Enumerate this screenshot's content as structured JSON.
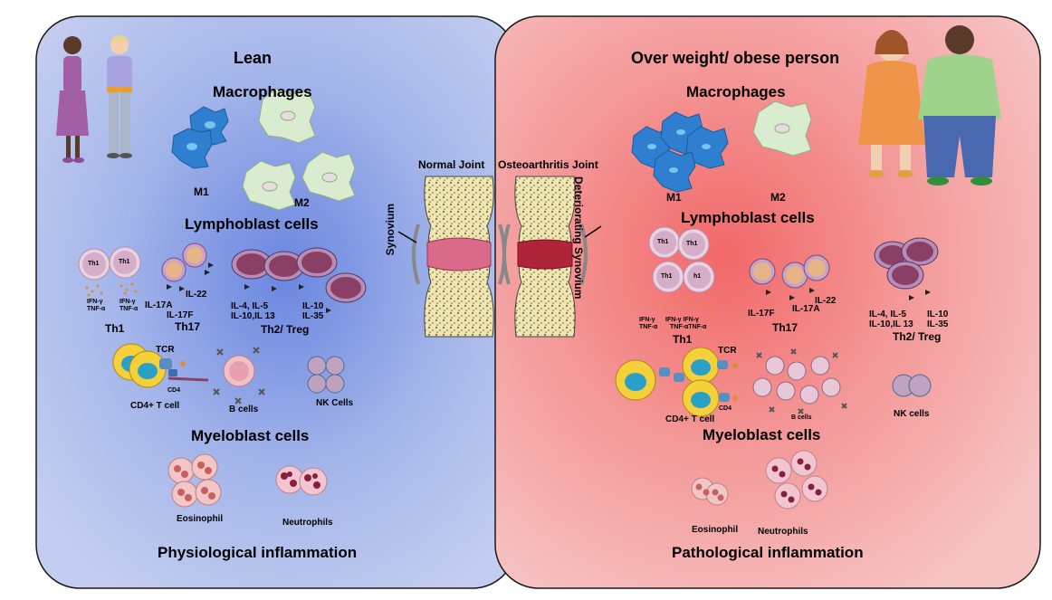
{
  "left_panel": {
    "title": "Lean",
    "macrophages_heading": "Macrophages",
    "m1_label": "M1",
    "m2_label": "M2",
    "lymphoblast_heading": "Lymphoblast cells",
    "th1_cell_label": "Th1",
    "th1_cytokines_a": [
      "IFN-γ",
      "TNF-α"
    ],
    "th1_cytokines_b": [
      "IFN-γ",
      "TNF-α"
    ],
    "th1_group_label": "Th1",
    "th17_il17a": "IL-17A",
    "th17_il22": "IL-22",
    "th17_il17f": "IL-17F",
    "th17_group_label": "Th17",
    "th2_cytokines_a": [
      "IL-4, IL-5",
      "IL-10,IL 13"
    ],
    "th2_cytokines_b": [
      "IL-10",
      "IL-35"
    ],
    "th2_group_label": "Th2/ Treg",
    "tcr_label": "TCR",
    "cd4_label": "CD4",
    "cd4_tcell_label": "CD4+ T cell",
    "bcells_label": "B cells",
    "nk_label": "NK Cells",
    "myeloblast_heading": "Myeloblast cells",
    "eosinophil_label": "Eosinophil",
    "neutrophils_label": "Neutrophils",
    "footer": "Physiological inflammation"
  },
  "center": {
    "normal_joint_label": "Normal Joint",
    "synovium_label": "Synovium",
    "oa_joint_label": "Osteoarthritis Joint",
    "deteriorating_label": "Deteriorating Synovium"
  },
  "right_panel": {
    "title": "Over weight/ obese person",
    "macrophages_heading": "Macrophages",
    "m1_label": "M1",
    "m2_label": "M2",
    "lymphoblast_heading": "Lymphoblast cells",
    "th1_cell_label": "Th1",
    "th1_cell_label_alt": "h1",
    "th1_cytokines": [
      "IFN-γ",
      "TNF-α"
    ],
    "th1_cytokines_b": "IFN-γ IFN-γ",
    "th1_cytokines_c": "TNF-αTNF-α",
    "th1_group_label": "Th1",
    "th17_il17f": "IL-17F",
    "th17_il17a": "IL-17A",
    "th17_il22": "IL-22",
    "th17_group_label": "Th17",
    "th2_cytokines_a": [
      "IL-4, IL-5",
      "IL-10,IL 13"
    ],
    "th2_cytokines_b": [
      "IL-10",
      "IL-35"
    ],
    "th2_group_label": "Th2/ Treg",
    "tcr_label": "TCR",
    "cd4_label": "CD4",
    "cd4_tcell_label": "CD4+ T cell",
    "bcells_label": "B cells",
    "nk_label": "NK cells",
    "myeloblast_heading": "Myeloblast cells",
    "eosinophil_label": "Eosinophil",
    "neutrophils_label": "Neutrophils",
    "footer": "Pathological inflammation"
  },
  "colors": {
    "left_bg": "#a9b9ea",
    "right_bg": "#f2a3a3",
    "m1_blue": "#2f7fd0",
    "m2_green": "#d9ecd0",
    "th_purple": "#8a3f64",
    "tcell_yellow": "#f4d03a"
  }
}
